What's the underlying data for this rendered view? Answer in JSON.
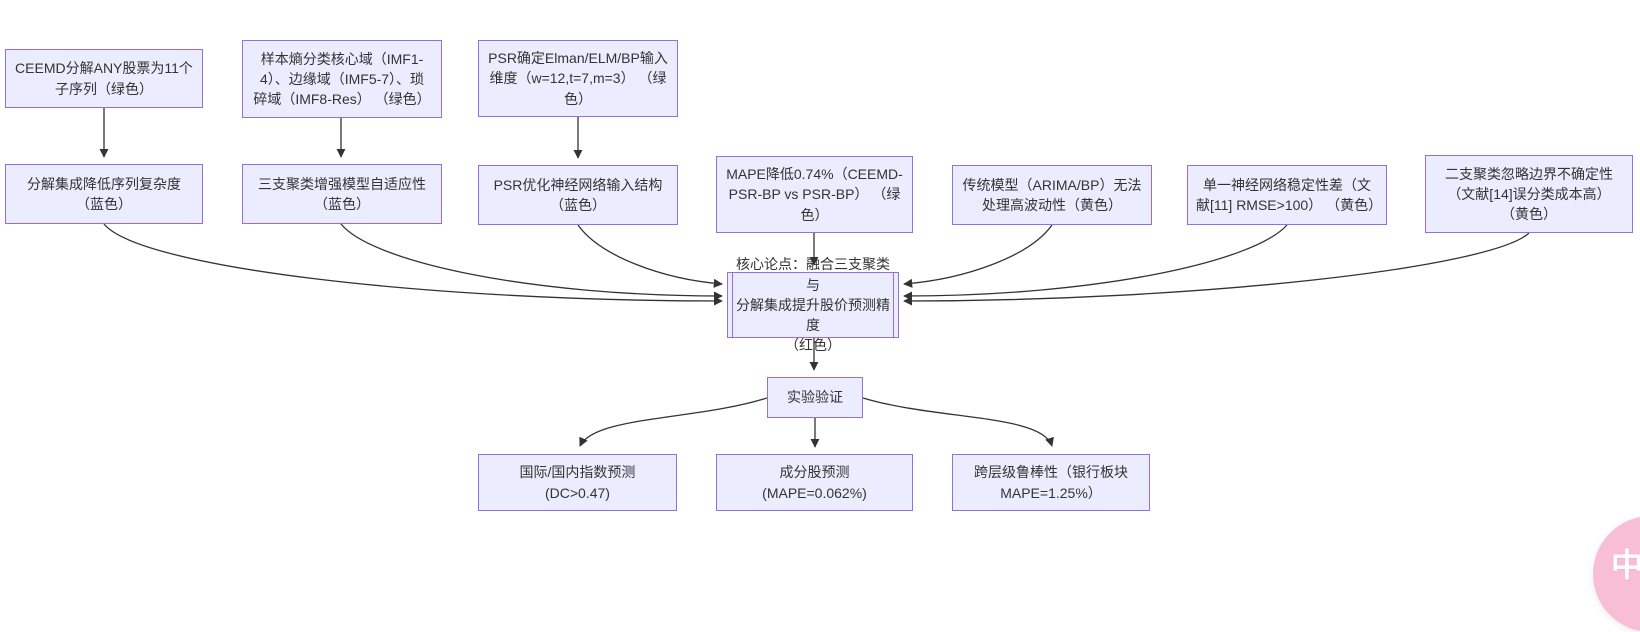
{
  "diagram": {
    "background": "#ffffff",
    "node_fill": "#ececff",
    "node_border": "#9370db",
    "arrow_color": "#333333",
    "nodes": {
      "a1": {
        "label": "CEEMD分解ANY股票为11个\n子序列（绿色）"
      },
      "a2": {
        "label": "样本熵分类核心域（IMF1-\n4）、边缘域（IMF5-7）、琐\n碎域（IMF8-Res） （绿色）"
      },
      "a3": {
        "label": "PSR确定Elman/ELM/BP输入\n维度（w=12,t=7,m=3） （绿\n色）"
      },
      "b1": {
        "label": "分解集成降低序列复杂度\n（蓝色）"
      },
      "b2": {
        "label": "三支聚类增强模型自适应性\n（蓝色）"
      },
      "b3": {
        "label": "PSR优化神经网络输入结构\n（蓝色）"
      },
      "b4": {
        "label": "MAPE降低0.74%（CEEMD-\nPSR-BP vs PSR-BP） （绿\n色）"
      },
      "b5": {
        "label": "传统模型（ARIMA/BP）无法\n处理高波动性（黄色）"
      },
      "b6": {
        "label": "单一神经网络稳定性差（文\n献[11] RMSE>100） （黄色）"
      },
      "b7": {
        "label": "二支聚类忽略边界不确定性\n（文献[14]误分类成本高）\n（黄色）"
      },
      "core": {
        "label": "核心论点：融合三支聚类与\n分解集成提升股价预测精度\n（红色）"
      },
      "validate": {
        "label": "实验验证"
      },
      "e1": {
        "label": "国际/国内指数预测\n(DC>0.47)"
      },
      "e2": {
        "label": "成分股预测\n(MAPE=0.062%)"
      },
      "e3": {
        "label": "跨层级鲁棒性（银行板块\nMAPE=1.25%）"
      }
    }
  },
  "translate_button": {
    "label": "中A",
    "color": "#f8bed6"
  }
}
